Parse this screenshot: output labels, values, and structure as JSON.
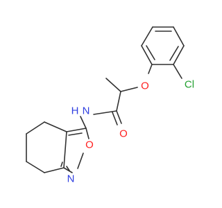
{
  "molecule": {
    "atoms": {
      "chlorine": "Cl",
      "ether_oxygen": "O",
      "carbonyl_oxygen": "O",
      "amide_nitrogen": "N",
      "amide_hydrogen": "H",
      "ring_oxygen": "O",
      "ring_nitrogen": "N"
    },
    "colors": {
      "bond": "#303030",
      "chlorine": "#22a02f",
      "oxygen": "#ff1f1f",
      "nitrogen": "#2f3fe0"
    }
  }
}
